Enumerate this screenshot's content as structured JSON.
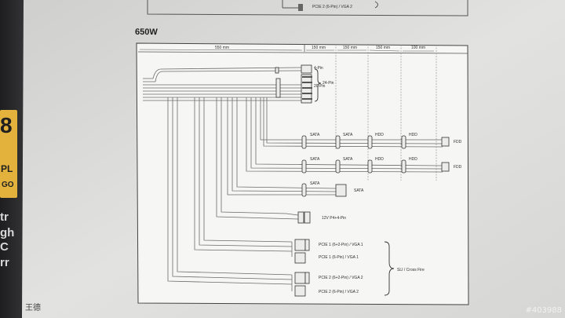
{
  "heading": "650W",
  "top_label": "PCIE 2 (6-Pin) / VGA 2",
  "columns": [
    "550 mm",
    "150 mm",
    "150 mm",
    "150 mm",
    "100 mm"
  ],
  "connectors": {
    "pin4": "4-Pin",
    "pin20": "20-Pin",
    "pin24": "24-Pin",
    "sata": "SATA",
    "hdd": "HDD",
    "fdd": "FDD",
    "p4p4": "12V P4+4-Pin",
    "pcie1a": "PCIE 1 (6+2-Pin) / VGA 1",
    "pcie1b": "PCIE 1 (6-Pin) / VGA 1",
    "pcie2a": "PCIE 2 (6+2-Pin) / VGA 2",
    "pcie2b": "PCIE 2 (6-Pin) / VGA 2",
    "sli": "SLI / Cross Fire"
  },
  "box": {
    "line1": "8",
    "line2": "PL",
    "line3": "GO",
    "d1": "tr",
    "d2": "gh",
    "d3": "C",
    "d4": "rr"
  },
  "signature": "王德",
  "watermark": "#403988"
}
